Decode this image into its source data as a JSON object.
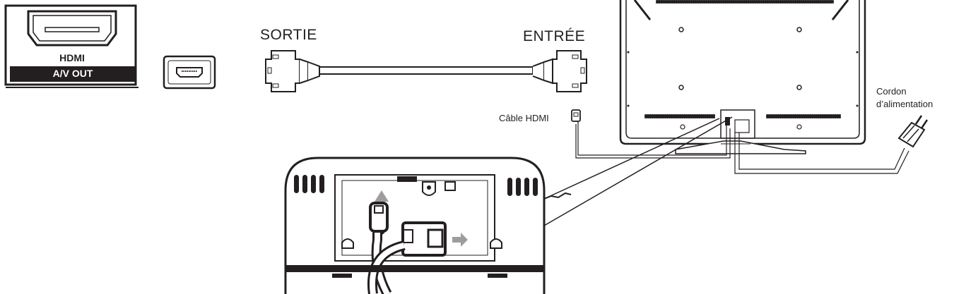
{
  "port_panel": {
    "port_label": "HDMI",
    "output_label": "A/V OUT"
  },
  "cable": {
    "output_end_label": "SORTIE",
    "input_end_label": "ENTRÉE"
  },
  "callouts": {
    "hdmi_cable_label": "Câble HDMI",
    "power_cord_label_line1": "Cordon",
    "power_cord_label_line2": "d’alimentation"
  },
  "colors": {
    "line": "#231f20",
    "fill_dark": "#231f20",
    "fill_light": "#ffffff",
    "arrow_gray": "#9d9d9d"
  }
}
